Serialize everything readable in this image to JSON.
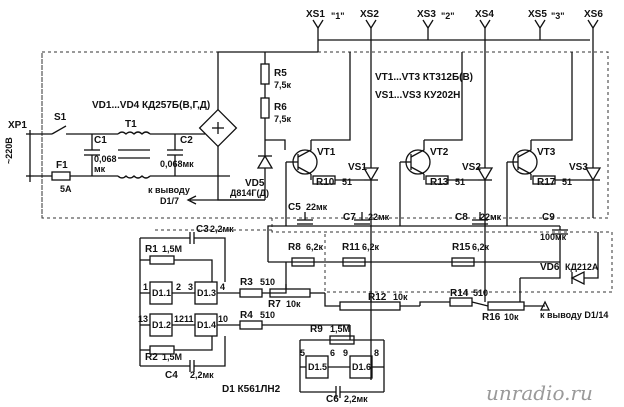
{
  "connectors": {
    "xs1": "XS1",
    "xs1_tag": "\"1\"",
    "xs2": "XS2",
    "xs3": "XS3",
    "xs3_tag": "\"2\"",
    "xs4": "XS4",
    "xs5": "XS5",
    "xs5_tag": "\"3\"",
    "xs6": "XS6",
    "xp1": "XP1",
    "mains": "~220В"
  },
  "notes": {
    "transistors": "VT1...VT3  КТ312Б(В)",
    "thyristors": "VS1...VS3  КУ202Н",
    "diodes": "VD1...VD4  КД257Б(В,Г,Д)",
    "to_d1_7_line1": "к выводу",
    "to_d1_7_line2": "D1/7",
    "to_d1_14": "к выводу D1/14",
    "d1": "D1  К561ЛН2"
  },
  "parts": {
    "s1": "S1",
    "f1": "F1",
    "f1_val": "5А",
    "c1": "C1",
    "c1_val1": "0,068",
    "c1_val2": "мк",
    "t1": "T1",
    "c2": "C2",
    "c2_val": "0,068мк",
    "r5": "R5",
    "r5_val": "7,5к",
    "r6": "R6",
    "r6_val": "7,5к",
    "vd5": "VD5",
    "vd5_val": "Д814Г(Д)",
    "vt1": "VT1",
    "vt2": "VT2",
    "vt3": "VT3",
    "vs1": "VS1",
    "vs2": "VS2",
    "vs3": "VS3",
    "r10": "R10",
    "r10_val": "51",
    "r13": "R13",
    "r13_val": "51",
    "r17": "R17",
    "r17_val": "51",
    "c5": "C5",
    "c5_val": "22мк",
    "c7": "C7",
    "c7_val": "22мк",
    "c8": "C8",
    "c8_val": "22мк",
    "c9": "C9",
    "c9_val": "100мк",
    "r8": "R8",
    "r8_val": "6,2к",
    "r11": "R11",
    "r11_val": "6,2к",
    "r15": "R15",
    "r15_val": "6,2к",
    "vd6": "VD6",
    "vd6_val": "КД212А",
    "c3": "C3",
    "c3_val": "2,2мк",
    "r1": "R1",
    "r1_val": "1,5М",
    "r2": "R2",
    "r2_val": "1,5М",
    "c4": "C4",
    "c4_val": "2,2мк",
    "r3": "R3",
    "r3_val": "510",
    "r4": "R4",
    "r4_val": "510",
    "r7": "R7",
    "r7_val": "10к",
    "r12": "R12",
    "r12_val": "10к",
    "r14": "R14",
    "r14_val": "510",
    "r16": "R16",
    "r16_val": "10к",
    "r9": "R9",
    "r9_val": "1,5М",
    "c6": "C6",
    "c6_val": "2,2мк",
    "d11": "D1.1",
    "d12": "D1.2",
    "d13": "D1.3",
    "d14": "D1.4",
    "d15": "D1.5",
    "d16": "D1.6",
    "pin1": "1",
    "pin2": "2",
    "pin3": "3",
    "pin4": "4",
    "pin5": "5",
    "pin6": "6",
    "pin8": "8",
    "pin9": "9",
    "pin10": "10",
    "pin11": "11",
    "pin12": "12",
    "pin13": "13"
  },
  "watermark": "unradio.ru"
}
